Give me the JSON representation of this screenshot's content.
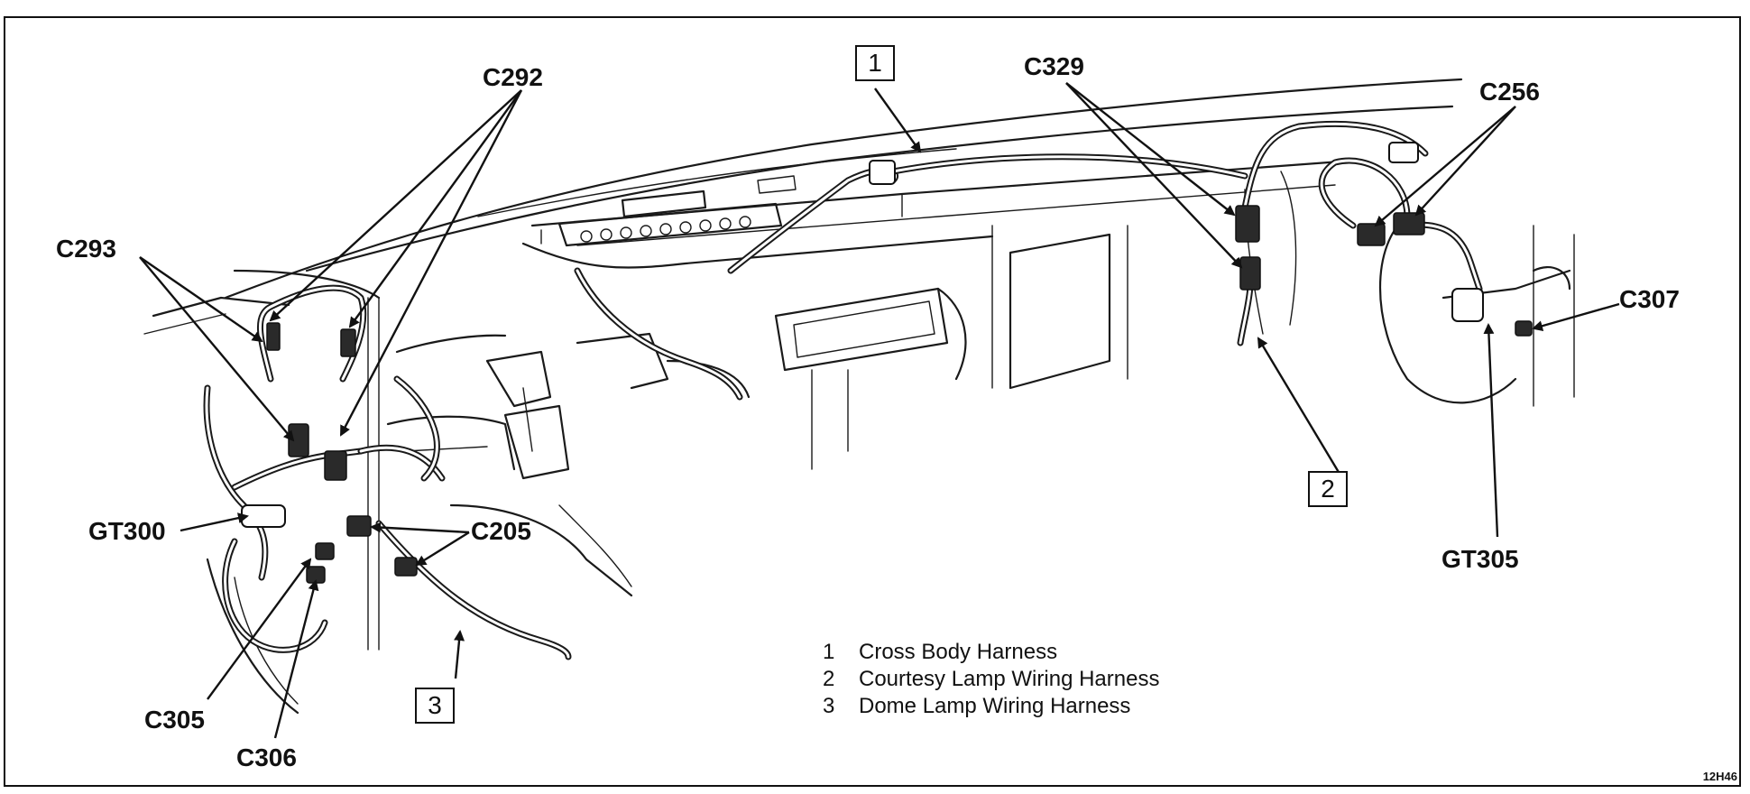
{
  "callouts": {
    "c292": "C292",
    "c293": "C293",
    "c329": "C329",
    "c256": "C256",
    "c307": "C307",
    "gt300": "GT300",
    "c205": "C205",
    "c305": "C305",
    "c306": "C306",
    "gt305": "GT305"
  },
  "boxes": {
    "harness_1": "1",
    "harness_2": "2",
    "harness_3": "3"
  },
  "legend": [
    {
      "num": "1",
      "text": "Cross Body Harness"
    },
    {
      "num": "2",
      "text": "Courtesy Lamp Wiring Harness"
    },
    {
      "num": "3",
      "text": "Dome Lamp Wiring Harness"
    }
  ],
  "figure_code": "12H46",
  "colors": {
    "ink": "#1a1a1a",
    "paper": "#ffffff"
  }
}
